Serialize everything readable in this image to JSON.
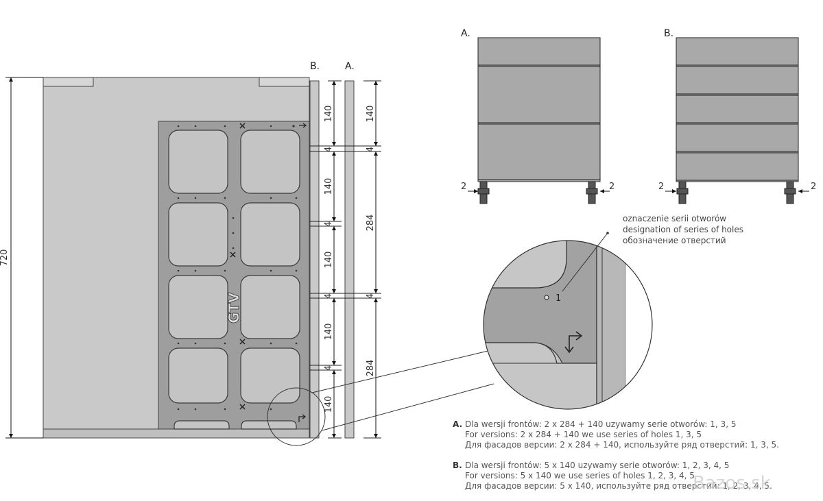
{
  "side_view": {
    "total_height": "720",
    "label_b": "B.",
    "label_a": "A.",
    "col_b_dims": [
      "140",
      "4",
      "140",
      "4",
      "140",
      "4",
      "140",
      "4",
      "140"
    ],
    "col_a_dims": [
      "140",
      "4",
      "284",
      "4",
      "284"
    ],
    "brand": "GTV"
  },
  "cabinet_a": {
    "label": "A.",
    "gap_left": "2",
    "gap_right": "2"
  },
  "cabinet_b": {
    "label": "B.",
    "gap_left": "2",
    "gap_right": "2"
  },
  "detail": {
    "note_pl": "oznaczenie serii otworów",
    "note_en": "designation of series of holes",
    "note_ru": "обозначение отверстий",
    "marker": "1"
  },
  "notes": {
    "a_key": "A.",
    "a_pl": "Dla wersji frontów: 2 x 284 + 140 uzywamy serie otworów: 1, 3, 5",
    "a_en": "For versions: 2 x 284 + 140 we use series of holes 1, 3, 5",
    "a_ru": "Для фасадов версии: 2 x 284 + 140, используйте ряд отверстий: 1, 3, 5.",
    "b_key": "B.",
    "b_pl": "Dla wersji frontów: 5 x 140 uzywamy serie otworów: 1, 2, 3, 4, 5",
    "b_en": "For versions: 5 x 140 we use series of holes 1, 2, 3, 4, 5",
    "b_ru": "Для фасадов версии: 5 x 140, используйте ряд отверстий: 1, 2, 3, 4, 5."
  },
  "watermark": "Bazos.sk"
}
